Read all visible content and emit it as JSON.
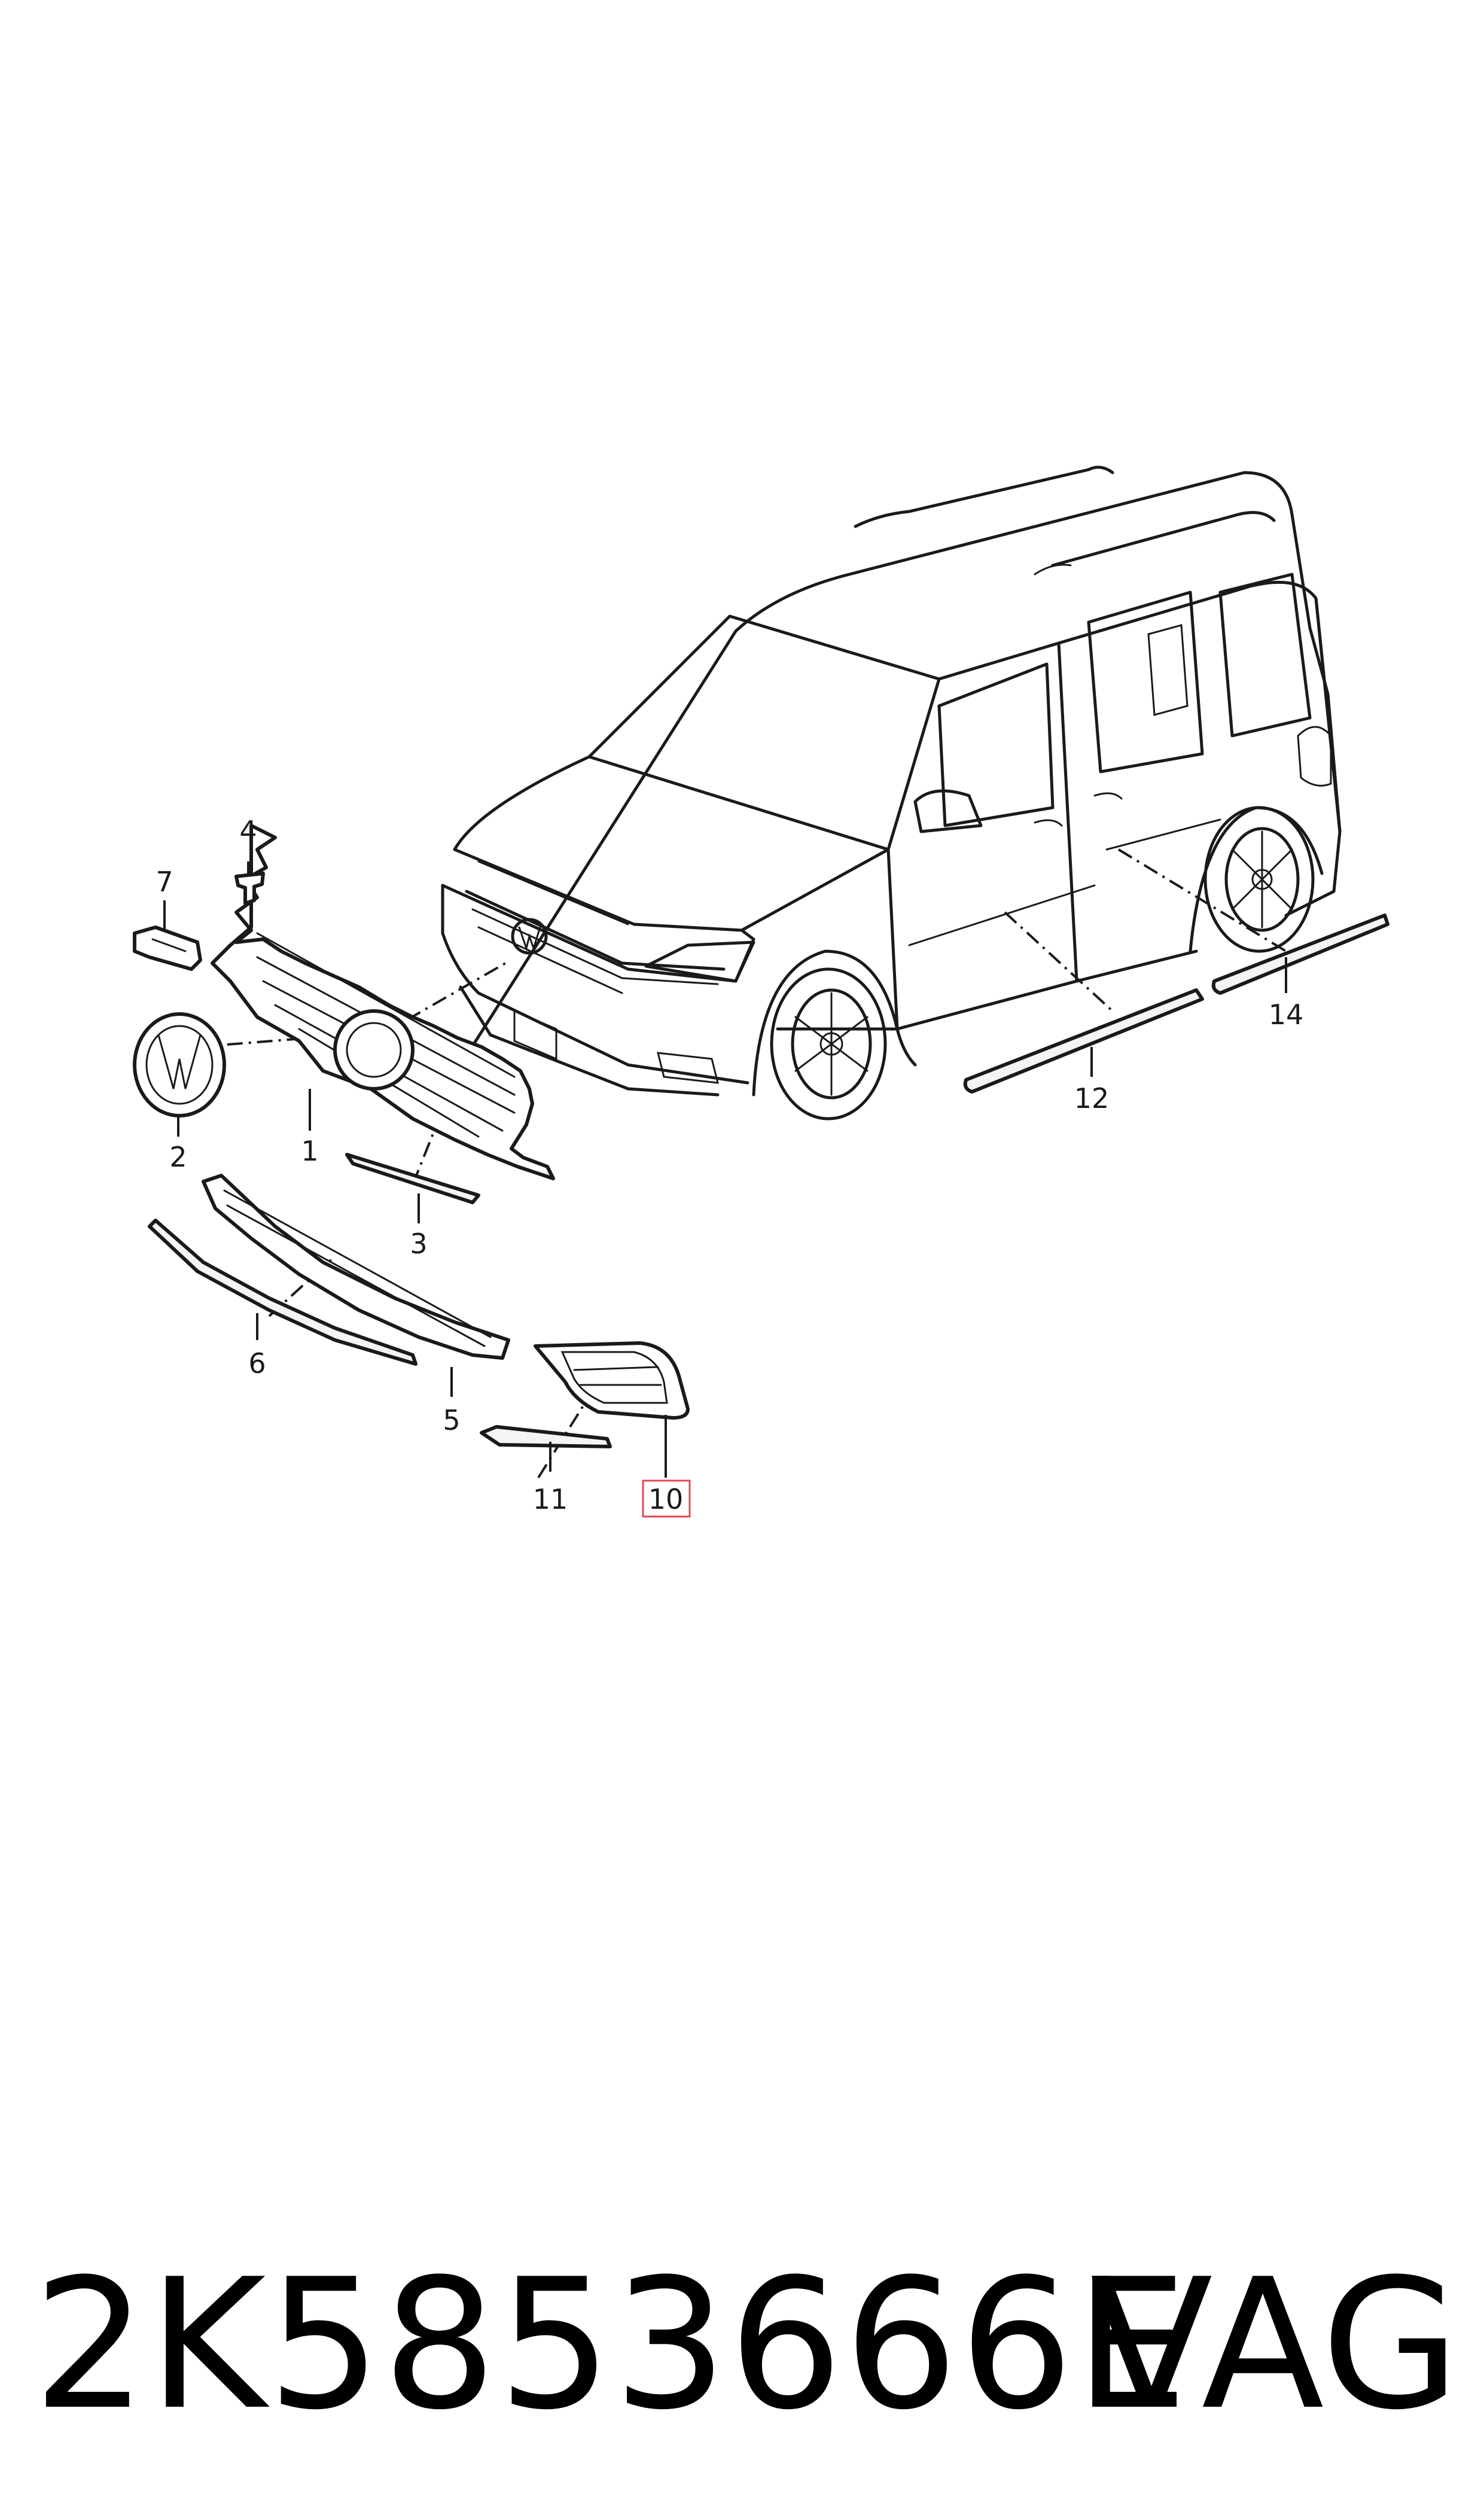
{
  "diagram": {
    "callouts": [
      {
        "id": "1",
        "label": "1",
        "highlighted": false
      },
      {
        "id": "2",
        "label": "2",
        "highlighted": false
      },
      {
        "id": "3",
        "label": "3",
        "highlighted": false
      },
      {
        "id": "4",
        "label": "4",
        "highlighted": false
      },
      {
        "id": "5",
        "label": "5",
        "highlighted": false
      },
      {
        "id": "6",
        "label": "6",
        "highlighted": false
      },
      {
        "id": "7",
        "label": "7",
        "highlighted": false
      },
      {
        "id": "10",
        "label": "10",
        "highlighted": true
      },
      {
        "id": "11",
        "label": "11",
        "highlighted": false
      },
      {
        "id": "12",
        "label": "12",
        "highlighted": false
      },
      {
        "id": "14",
        "label": "14",
        "highlighted": false
      }
    ],
    "highlight_color": "#e0484f",
    "line_color": "#1a1a1a"
  },
  "footer": {
    "part_number": "2K5853666E",
    "brand": "VAG"
  }
}
